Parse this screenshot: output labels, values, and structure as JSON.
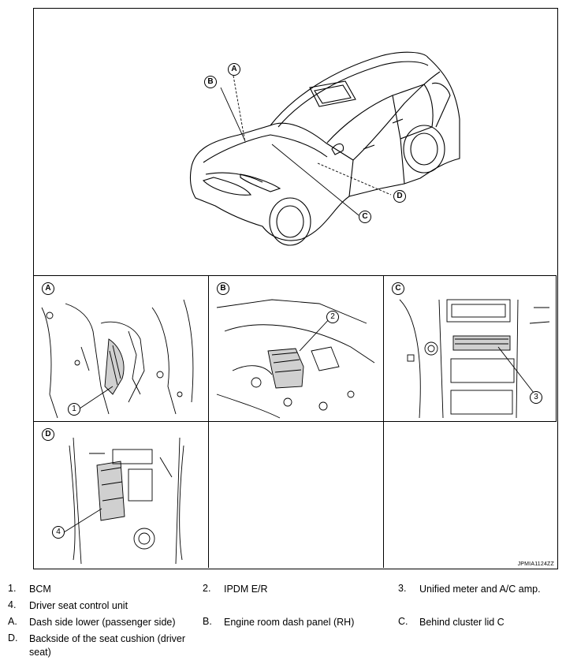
{
  "figure": {
    "code": "JPMIA1124ZZ",
    "overview_markers": [
      "A",
      "B",
      "C",
      "D"
    ],
    "panels": [
      {
        "marker": "A",
        "callout": "1"
      },
      {
        "marker": "B",
        "callout": "2"
      },
      {
        "marker": "C",
        "callout": "3"
      },
      {
        "marker": "D",
        "callout": "4"
      }
    ]
  },
  "legend": [
    {
      "key": "1.",
      "text": "BCM"
    },
    {
      "key": "2.",
      "text": "IPDM E/R"
    },
    {
      "key": "3.",
      "text": "Unified meter and A/C amp."
    },
    {
      "key": "4.",
      "text": "Driver seat control unit"
    },
    {
      "key": "A.",
      "text": "Dash side lower (passenger side)"
    },
    {
      "key": "B.",
      "text": "Engine room dash panel (RH)"
    },
    {
      "key": "C.",
      "text": "Behind cluster lid C"
    },
    {
      "key": "D.",
      "text": "Backside of the seat cushion (driver seat)"
    }
  ]
}
